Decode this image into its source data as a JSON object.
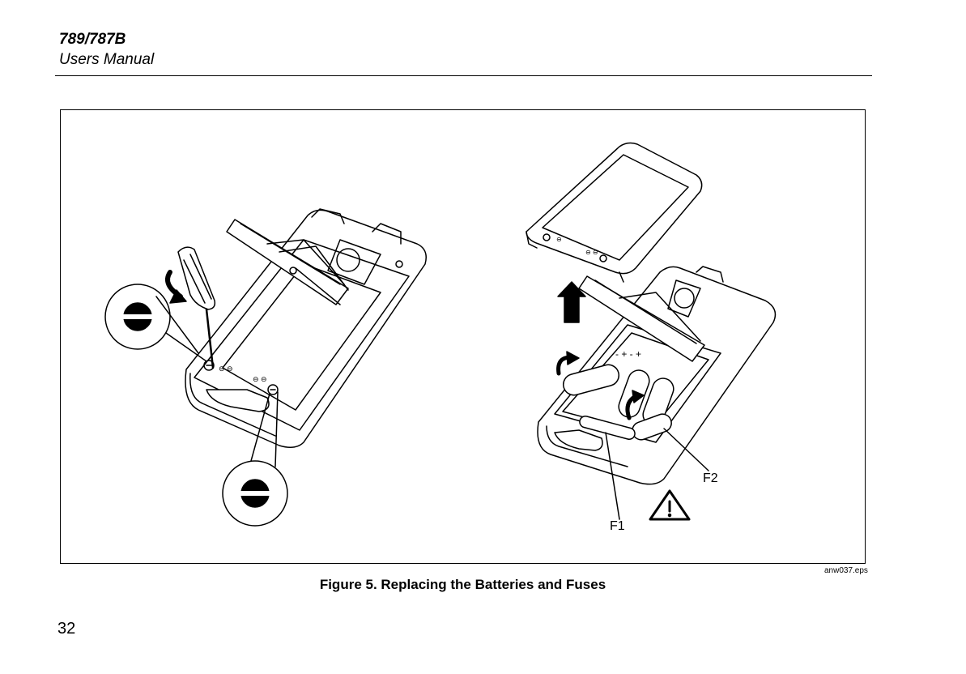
{
  "header": {
    "model": "789/787B",
    "subtitle": "Users Manual"
  },
  "figure": {
    "caption": "Figure 5. Replacing the Batteries and Fuses",
    "source_file": "anw037.eps",
    "callouts": {
      "f1": "F1",
      "f2": "F2"
    }
  },
  "page_number": "32",
  "icons": [
    "screwdriver-icon",
    "rotate-arrow-icon",
    "up-arrow-icon",
    "warning-icon",
    "screw-detail-icon"
  ]
}
